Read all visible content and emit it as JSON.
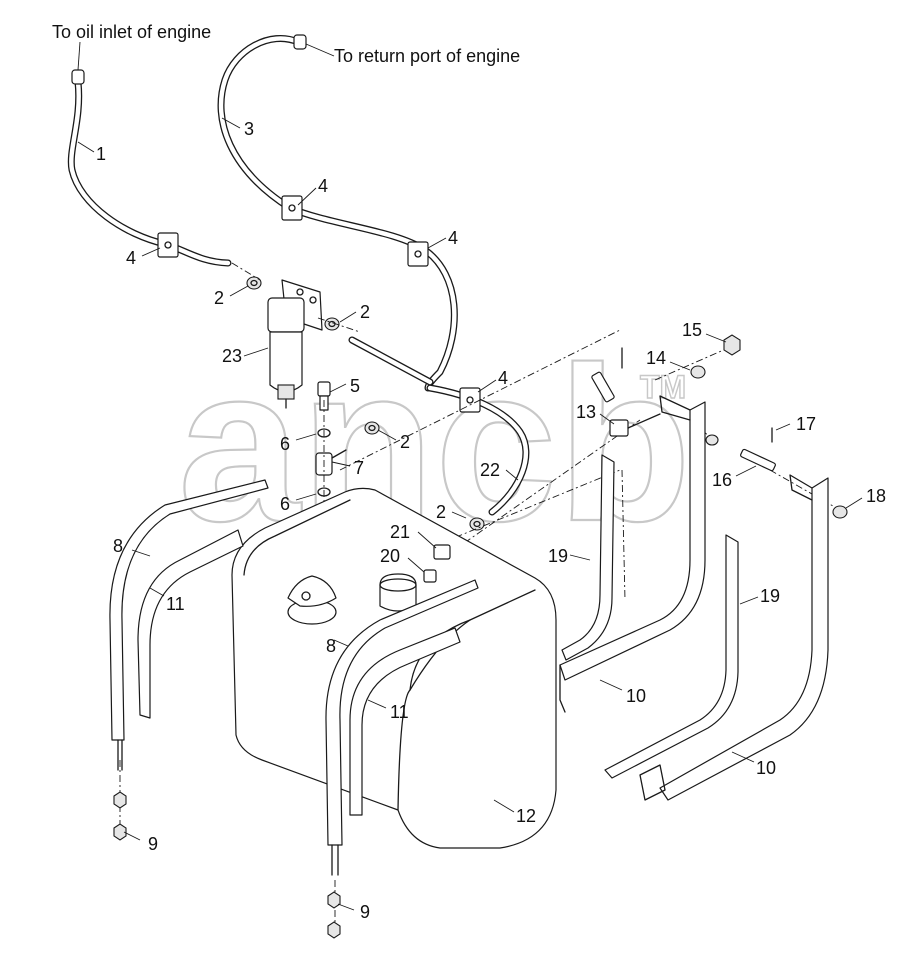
{
  "notes": {
    "oil_inlet": "To oil inlet of engine",
    "return_port": "To return port of engine"
  },
  "watermark": {
    "text": "ancb",
    "mark": "TM"
  },
  "callouts": {
    "c1": "1",
    "c3": "3",
    "c4a": "4",
    "c4b": "4",
    "c4c": "4",
    "c4d": "4",
    "c2a": "2",
    "c2b": "2",
    "c2c": "2",
    "c2d": "2",
    "c5": "5",
    "c6a": "6",
    "c6b": "6",
    "c7": "7",
    "c8a": "8",
    "c8b": "8",
    "c9a": "9",
    "c9b": "9",
    "c10a": "10",
    "c10b": "10",
    "c11a": "11",
    "c11b": "11",
    "c12": "12",
    "c13": "13",
    "c14": "14",
    "c15": "15",
    "c16": "16",
    "c17": "17",
    "c18": "18",
    "c19a": "19",
    "c19b": "19",
    "c20": "20",
    "c21": "21",
    "c22": "22",
    "c23": "23"
  }
}
